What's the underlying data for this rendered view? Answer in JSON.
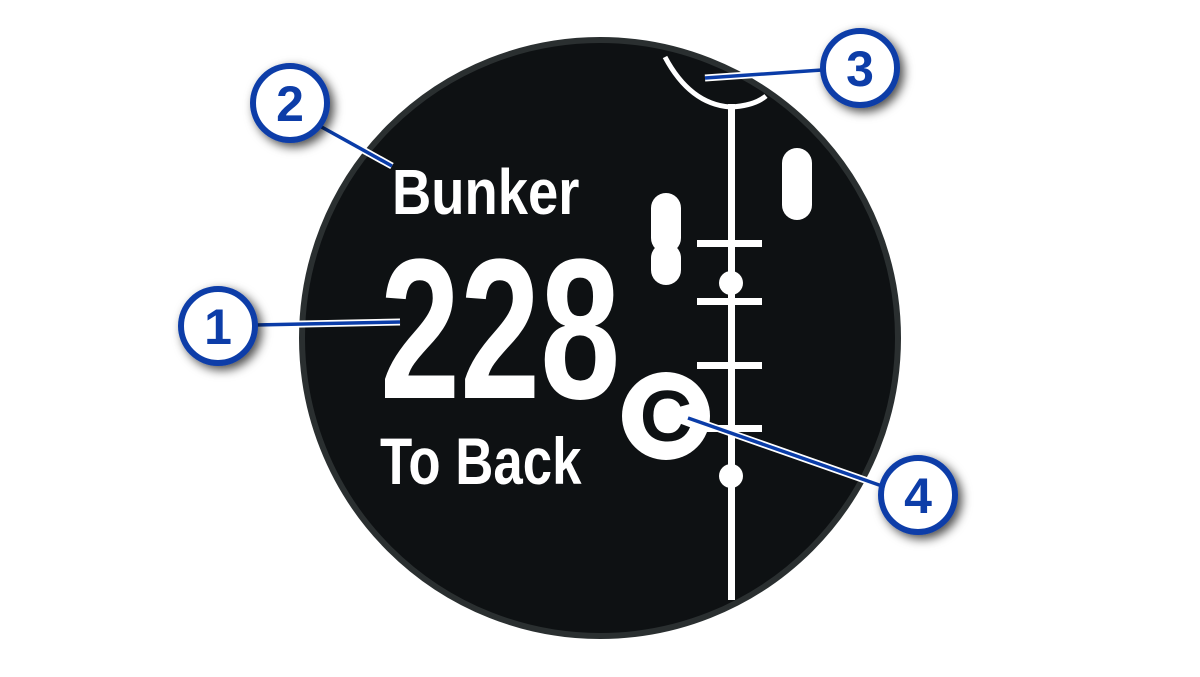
{
  "watch": {
    "hazard_label": "Bunker",
    "distance": "228",
    "distance_label": "To Back",
    "marker_letter": "C"
  },
  "callouts": [
    "1",
    "2",
    "3",
    "4"
  ],
  "colors": {
    "callout": "#0a3ca8",
    "screen": "#0e1113",
    "bezel": "#2a2f30"
  }
}
